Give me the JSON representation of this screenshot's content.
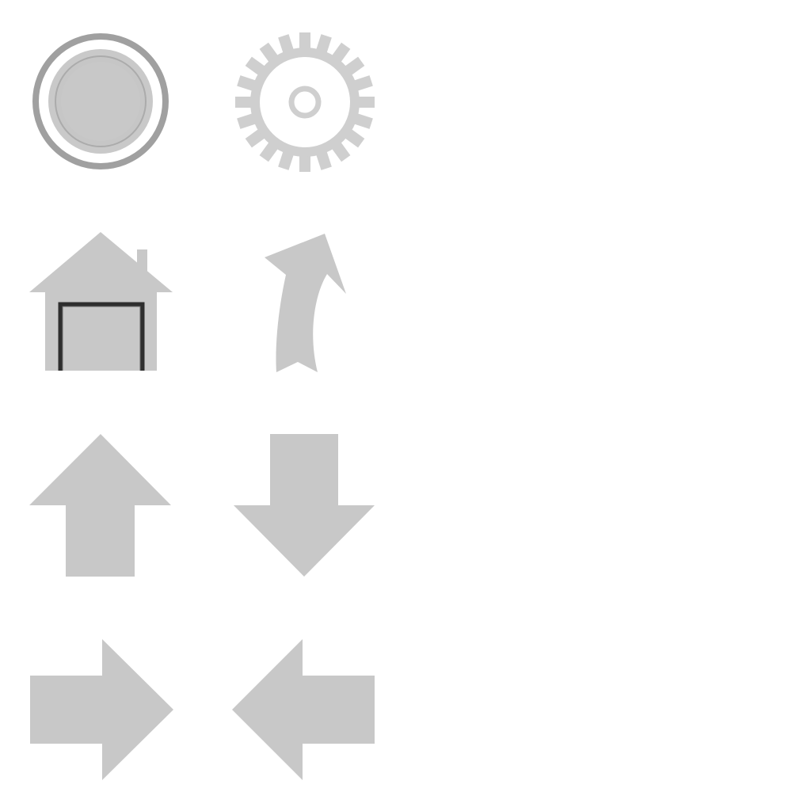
{
  "icons": [
    {
      "name": "record-button-icon",
      "row": 1,
      "col": 1
    },
    {
      "name": "gear-icon",
      "row": 1,
      "col": 2
    },
    {
      "name": "home-garage-icon",
      "row": 2,
      "col": 1
    },
    {
      "name": "curved-arrow-up-icon",
      "row": 2,
      "col": 2
    },
    {
      "name": "arrow-up-icon",
      "row": 3,
      "col": 1
    },
    {
      "name": "arrow-down-icon",
      "row": 3,
      "col": 2
    },
    {
      "name": "arrow-right-icon",
      "row": 4,
      "col": 1
    },
    {
      "name": "arrow-left-icon",
      "row": 4,
      "col": 2
    }
  ],
  "colors": {
    "background": "#ffffff",
    "icon_fill": "#c8c8c8",
    "ring_dark": "#9e9e9e",
    "ring_inner": "#b4b4b4",
    "door_frame": "#2e2e2e"
  }
}
